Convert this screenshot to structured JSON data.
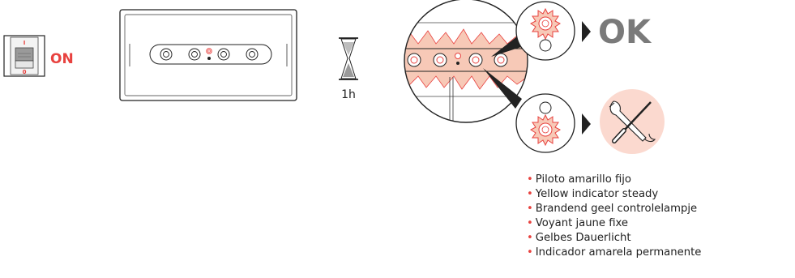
{
  "switch": {
    "top_mark": "I",
    "bottom_mark": "0",
    "label": "ON"
  },
  "timer": {
    "label": "1h"
  },
  "result_ok": {
    "label": "OK"
  },
  "result_fail": {
    "icon": "tools-icon"
  },
  "legend": {
    "items": [
      "Piloto amarillo fijo",
      "Yellow indicator steady",
      "Brandend geel controlelampje",
      "Voyant jaune fixe",
      "Gelbes Dauerlicht",
      "Indicador amarela permanente"
    ]
  },
  "colors": {
    "accent": "#e8423f",
    "ok_text": "#7a7a7a",
    "glow": "#f7c9b7",
    "tool_bg": "#fbd9cf",
    "line": "#222222"
  }
}
